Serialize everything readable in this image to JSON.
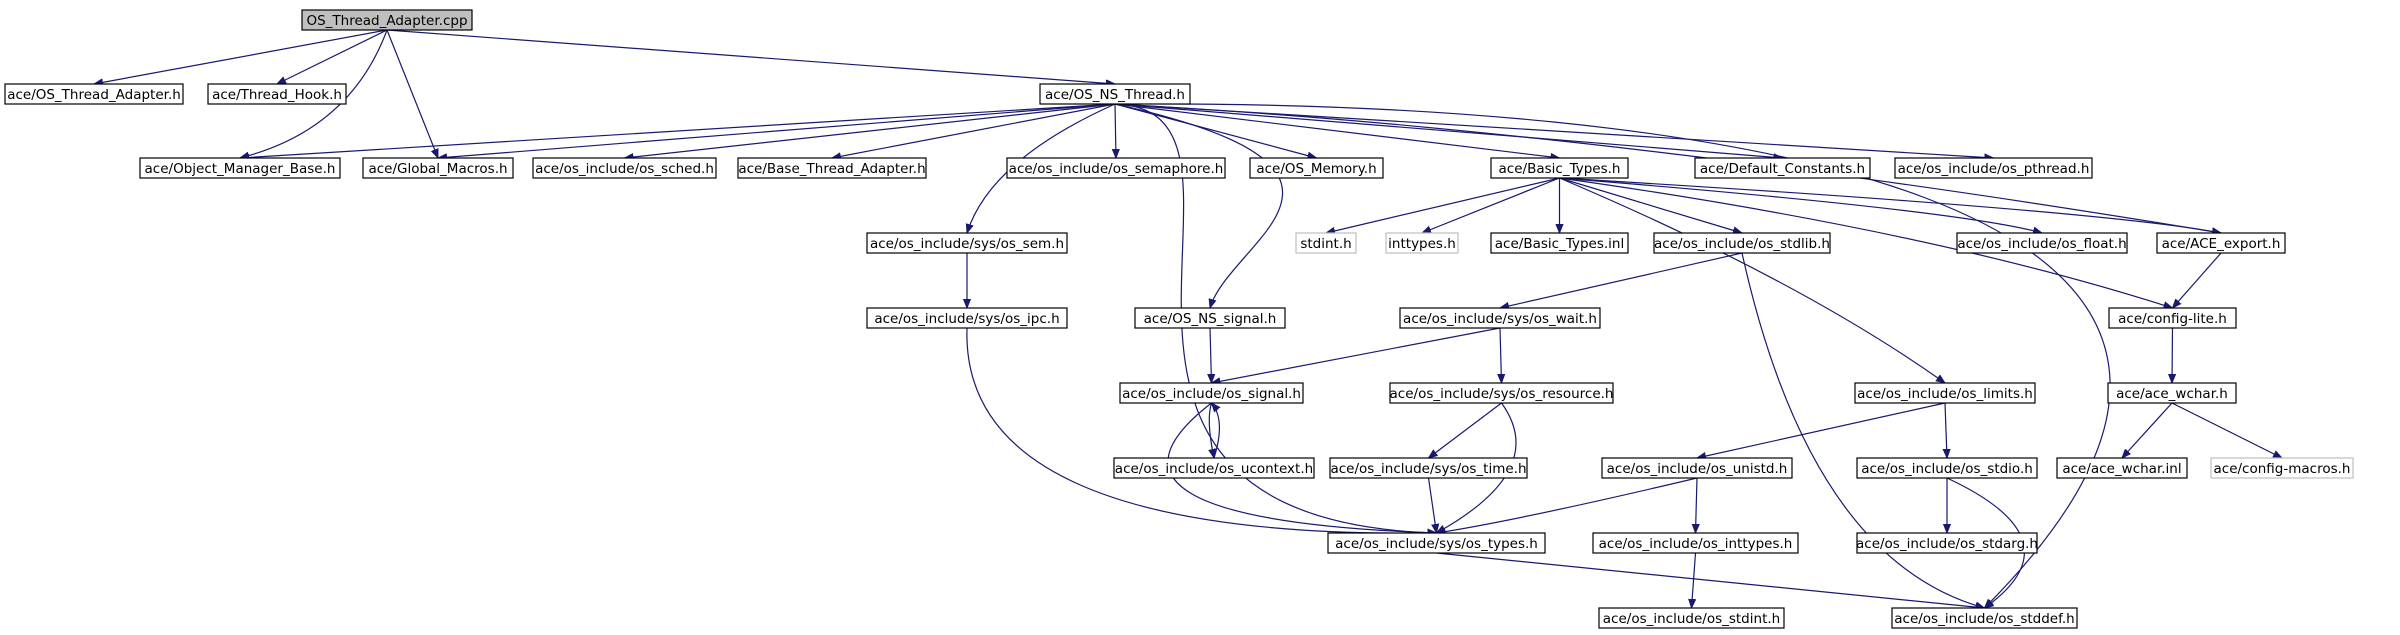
{
  "nodes": [
    {
      "id": "root",
      "label": "OS_Thread_Adapter.cpp",
      "kind": "root"
    },
    {
      "id": "os_thread_adapter_h",
      "label": "ace/OS_Thread_Adapter.h"
    },
    {
      "id": "thread_hook_h",
      "label": "ace/Thread_Hook.h"
    },
    {
      "id": "os_ns_thread_h",
      "label": "ace/OS_NS_Thread.h"
    },
    {
      "id": "object_manager_base_h",
      "label": "ace/Object_Manager_Base.h"
    },
    {
      "id": "global_macros_h",
      "label": "ace/Global_Macros.h"
    },
    {
      "id": "os_sched_h",
      "label": "ace/os_include/os_sched.h"
    },
    {
      "id": "base_thread_adapter_h",
      "label": "ace/Base_Thread_Adapter.h"
    },
    {
      "id": "os_semaphore_h",
      "label": "ace/os_include/os_semaphore.h"
    },
    {
      "id": "os_memory_h",
      "label": "ace/OS_Memory.h"
    },
    {
      "id": "basic_types_h",
      "label": "ace/Basic_Types.h"
    },
    {
      "id": "default_constants_h",
      "label": "ace/Default_Constants.h"
    },
    {
      "id": "os_pthread_h",
      "label": "ace/os_include/os_pthread.h"
    },
    {
      "id": "os_sem_h",
      "label": "ace/os_include/sys/os_sem.h"
    },
    {
      "id": "stdint_h",
      "label": "stdint.h",
      "kind": "external"
    },
    {
      "id": "inttypes_h",
      "label": "inttypes.h",
      "kind": "external"
    },
    {
      "id": "basic_types_inl",
      "label": "ace/Basic_Types.inl"
    },
    {
      "id": "os_stdlib_h",
      "label": "ace/os_include/os_stdlib.h"
    },
    {
      "id": "os_float_h",
      "label": "ace/os_include/os_float.h"
    },
    {
      "id": "ace_export_h",
      "label": "ace/ACE_export.h"
    },
    {
      "id": "os_ipc_h",
      "label": "ace/os_include/sys/os_ipc.h"
    },
    {
      "id": "os_ns_signal_h",
      "label": "ace/OS_NS_signal.h"
    },
    {
      "id": "os_wait_h",
      "label": "ace/os_include/sys/os_wait.h"
    },
    {
      "id": "config_lite_h",
      "label": "ace/config-lite.h"
    },
    {
      "id": "os_signal_h",
      "label": "ace/os_include/os_signal.h"
    },
    {
      "id": "os_resource_h",
      "label": "ace/os_include/sys/os_resource.h"
    },
    {
      "id": "os_limits_h",
      "label": "ace/os_include/os_limits.h"
    },
    {
      "id": "ace_wchar_h",
      "label": "ace/ace_wchar.h"
    },
    {
      "id": "os_time_h",
      "label": "ace/os_include/sys/os_time.h"
    },
    {
      "id": "os_unistd_h",
      "label": "ace/os_include/os_unistd.h"
    },
    {
      "id": "os_stdio_h",
      "label": "ace/os_include/os_stdio.h"
    },
    {
      "id": "ace_wchar_inl",
      "label": "ace/ace_wchar.inl"
    },
    {
      "id": "config_macros_h",
      "label": "ace/config-macros.h",
      "kind": "external"
    },
    {
      "id": "os_ucontext_h",
      "label": "ace/os_include/os_ucontext.h"
    },
    {
      "id": "os_types_h",
      "label": "ace/os_include/sys/os_types.h"
    },
    {
      "id": "os_inttypes_h",
      "label": "ace/os_include/os_inttypes.h"
    },
    {
      "id": "os_stdarg_h",
      "label": "ace/os_include/os_stdarg.h"
    },
    {
      "id": "os_stdint_h",
      "label": "ace/os_include/os_stdint.h"
    },
    {
      "id": "os_stddef_h",
      "label": "ace/os_include/os_stddef.h"
    }
  ],
  "edges": [
    [
      "root",
      "os_thread_adapter_h"
    ],
    [
      "root",
      "thread_hook_h"
    ],
    [
      "root",
      "os_ns_thread_h"
    ],
    [
      "root",
      "object_manager_base_h"
    ],
    [
      "root",
      "global_macros_h"
    ],
    [
      "os_ns_thread_h",
      "object_manager_base_h"
    ],
    [
      "os_ns_thread_h",
      "global_macros_h"
    ],
    [
      "os_ns_thread_h",
      "os_sched_h"
    ],
    [
      "os_ns_thread_h",
      "base_thread_adapter_h"
    ],
    [
      "os_ns_thread_h",
      "os_semaphore_h"
    ],
    [
      "os_ns_thread_h",
      "os_memory_h"
    ],
    [
      "os_ns_thread_h",
      "basic_types_h"
    ],
    [
      "os_ns_thread_h",
      "default_constants_h"
    ],
    [
      "os_ns_thread_h",
      "os_pthread_h"
    ],
    [
      "os_ns_thread_h",
      "os_sem_h"
    ],
    [
      "os_ns_thread_h",
      "os_ns_signal_h"
    ],
    [
      "os_ns_thread_h",
      "ace_export_h"
    ],
    [
      "os_ns_thread_h",
      "os_types_h"
    ],
    [
      "os_ns_thread_h",
      "os_stddef_h"
    ],
    [
      "basic_types_h",
      "stdint_h"
    ],
    [
      "basic_types_h",
      "inttypes_h"
    ],
    [
      "basic_types_h",
      "basic_types_inl"
    ],
    [
      "basic_types_h",
      "os_stdlib_h"
    ],
    [
      "basic_types_h",
      "os_float_h"
    ],
    [
      "basic_types_h",
      "ace_export_h"
    ],
    [
      "basic_types_h",
      "config_lite_h"
    ],
    [
      "basic_types_h",
      "os_limits_h"
    ],
    [
      "os_sem_h",
      "os_ipc_h"
    ],
    [
      "os_ipc_h",
      "os_types_h"
    ],
    [
      "os_ns_signal_h",
      "os_signal_h"
    ],
    [
      "os_stdlib_h",
      "os_wait_h"
    ],
    [
      "os_stdlib_h",
      "os_stddef_h"
    ],
    [
      "os_wait_h",
      "os_signal_h"
    ],
    [
      "os_wait_h",
      "os_resource_h"
    ],
    [
      "ace_export_h",
      "config_lite_h"
    ],
    [
      "config_lite_h",
      "ace_wchar_h"
    ],
    [
      "ace_wchar_h",
      "ace_wchar_inl"
    ],
    [
      "ace_wchar_h",
      "config_macros_h"
    ],
    [
      "os_signal_h",
      "os_ucontext_h"
    ],
    [
      "os_ucontext_h",
      "os_signal_h"
    ],
    [
      "os_signal_h",
      "os_types_h"
    ],
    [
      "os_resource_h",
      "os_time_h"
    ],
    [
      "os_resource_h",
      "os_types_h"
    ],
    [
      "os_time_h",
      "os_types_h"
    ],
    [
      "os_limits_h",
      "os_unistd_h"
    ],
    [
      "os_limits_h",
      "os_stdio_h"
    ],
    [
      "os_unistd_h",
      "os_types_h"
    ],
    [
      "os_unistd_h",
      "os_inttypes_h"
    ],
    [
      "os_stdio_h",
      "os_stdarg_h"
    ],
    [
      "os_stdio_h",
      "os_stddef_h"
    ],
    [
      "os_inttypes_h",
      "os_stdint_h"
    ],
    [
      "os_types_h",
      "os_stddef_h"
    ]
  ]
}
